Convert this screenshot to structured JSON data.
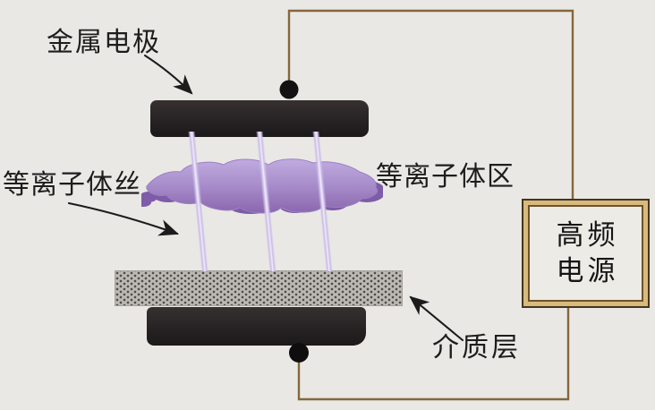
{
  "labels": {
    "metal_electrode": "金属电极",
    "plasma_filaments": "等离子体丝",
    "plasma_region": "等离子体区",
    "dielectric_layer": "介质层",
    "power_supply_line1": "高频",
    "power_supply_line2": "电源"
  },
  "colors": {
    "background": "#e9e8e5",
    "electrode_black": "#272324",
    "dielectric_gray": "#bcb9b4",
    "dielectric_dot": "#4f4b47",
    "plasma_light": "#c0abdf",
    "plasma_mid": "#a98fcc",
    "plasma_dark": "#7e5ca8",
    "filament_glow": "#f2edfc",
    "wire_brown": "#85673c",
    "terminal_black": "#141112",
    "power_box_border_tan": "#d8ba7d",
    "power_box_border_dark": "#46351f",
    "annotation_black": "#1c1c1c"
  }
}
